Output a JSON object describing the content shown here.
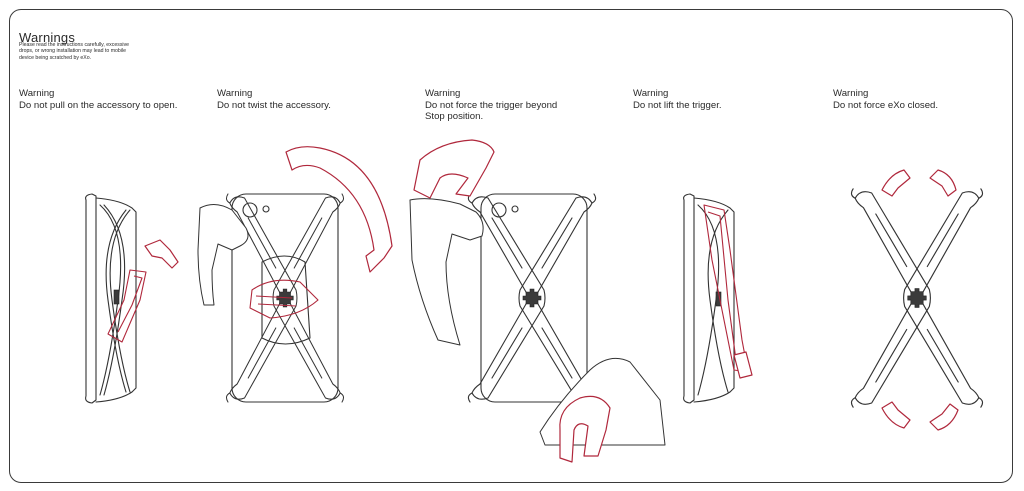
{
  "page": {
    "title": "Warnings",
    "intro": "Please read the instructions carefully, excessive drops, or wrong installation may lead to mobile device being scratched by eXo."
  },
  "warnings": [
    {
      "title": "Warning",
      "text": "Do not pull on the accessory to open."
    },
    {
      "title": "Warning",
      "text": "Do not twist the accessory."
    },
    {
      "title": "Warning",
      "text": "Do not force the trigger beyond\nStop position."
    },
    {
      "title": "Warning",
      "text": "Do not lift the trigger."
    },
    {
      "title": "Warning",
      "text": "Do not force eXo closed."
    }
  ],
  "colors": {
    "accent": "#b0283c",
    "line": "#333333",
    "border": "#3a3a3a"
  },
  "icons": [
    "side-view-exo-illustration",
    "phone-back-illustration",
    "hand-illustration",
    "curved-arrow-icon",
    "exo-front-illustration"
  ]
}
